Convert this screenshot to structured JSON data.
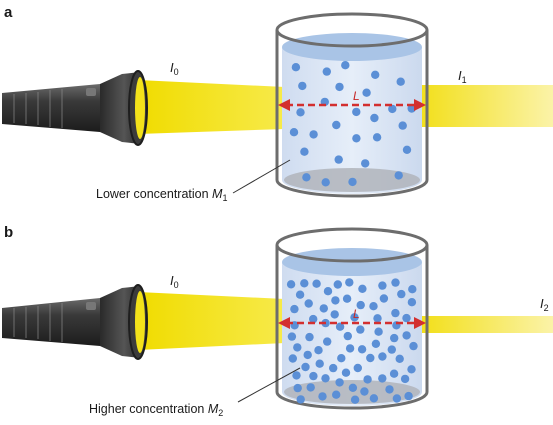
{
  "panels": [
    {
      "letter": "a",
      "incident_symbol": "I",
      "incident_sub": "0",
      "transmitted_symbol": "I",
      "transmitted_sub": "1",
      "path_label": "L",
      "caption_text": "Lower concentration ",
      "caption_symbol": "M",
      "caption_sub": "1"
    },
    {
      "letter": "b",
      "incident_symbol": "I",
      "incident_sub": "0",
      "transmitted_symbol": "I",
      "transmitted_sub": "2",
      "path_label": "L",
      "caption_text": "Higher concentration ",
      "caption_symbol": "M",
      "caption_sub": "2"
    }
  ],
  "colors": {
    "beam": "#f3e21a",
    "particle": "#5b8fd6",
    "liquid": "#dfe9f6",
    "glass_outline": "#6d6d6d",
    "arrow": "#d32f2f"
  },
  "icons": [
    "flashlight-icon",
    "beaker-icon"
  ]
}
